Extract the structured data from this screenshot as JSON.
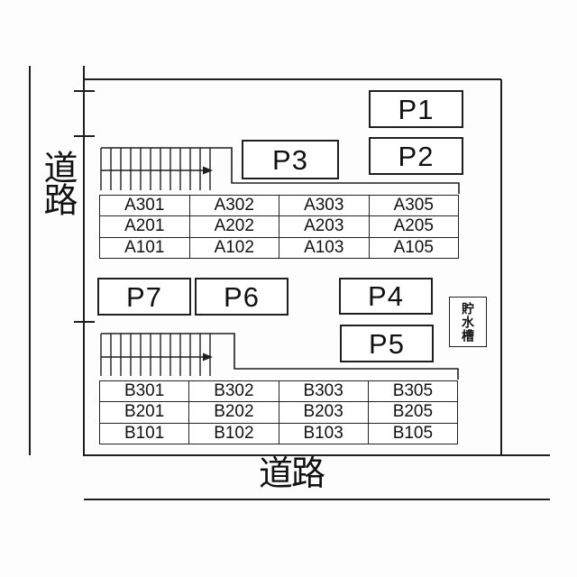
{
  "page": {
    "background": "#fdfdfd",
    "line_color": "#1f1f1f",
    "text_color": "#111111"
  },
  "roads": {
    "left_label": "道路",
    "bottom_label": "道路"
  },
  "parking_spaces": {
    "p1": "P1",
    "p2": "P2",
    "p3": "P3",
    "p4": "P4",
    "p5": "P5",
    "p6": "P6",
    "p7": "P7"
  },
  "water_tank": {
    "label": "貯水槽"
  },
  "building_a": {
    "units": [
      [
        "A301",
        "A302",
        "A303",
        "A305"
      ],
      [
        "A201",
        "A202",
        "A203",
        "A205"
      ],
      [
        "A101",
        "A102",
        "A103",
        "A105"
      ]
    ]
  },
  "building_b": {
    "units": [
      [
        "B301",
        "B302",
        "B303",
        "B305"
      ],
      [
        "B201",
        "B202",
        "B203",
        "B205"
      ],
      [
        "B101",
        "B102",
        "B103",
        "B105"
      ]
    ]
  }
}
